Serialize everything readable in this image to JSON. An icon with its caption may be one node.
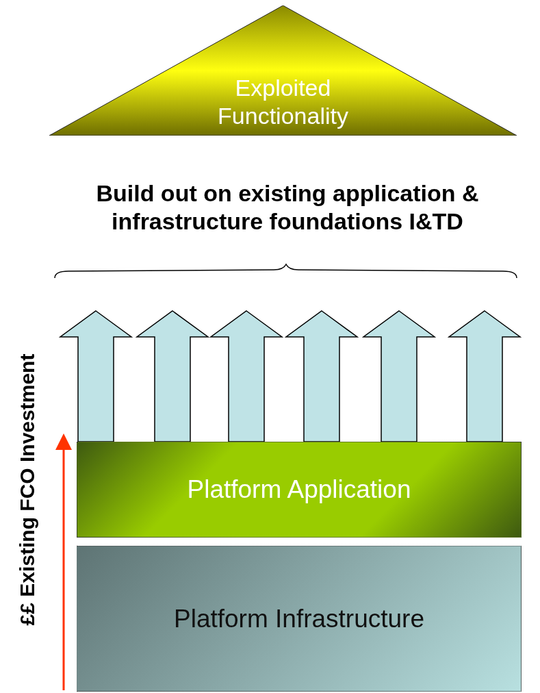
{
  "diagram": {
    "nodes": [
      {
        "text": [
          "Exploited Functionality"
        ]
      },
      {
        "text": [
          "Build out on existing application & infrastructure foundations I&TD"
        ]
      },
      {
        "text": [
          "Platform Application"
        ]
      },
      {
        "text": [
          "Platform Infrastructure"
        ]
      }
    ],
    "edges": [
      {
        "from": 2,
        "to": 1,
        "arrow": "to"
      },
      {
        "from": 2,
        "to": 1,
        "arrow": "to"
      },
      {
        "from": 2,
        "to": 1,
        "arrow": "to"
      },
      {
        "from": 2,
        "to": 1,
        "arrow": "to"
      },
      {
        "from": 2,
        "to": 1,
        "arrow": "to"
      },
      {
        "from": 2,
        "to": 1,
        "arrow": "to"
      }
    ],
    "labels": [
      "££ Existing FCO Investment"
    ]
  }
}
